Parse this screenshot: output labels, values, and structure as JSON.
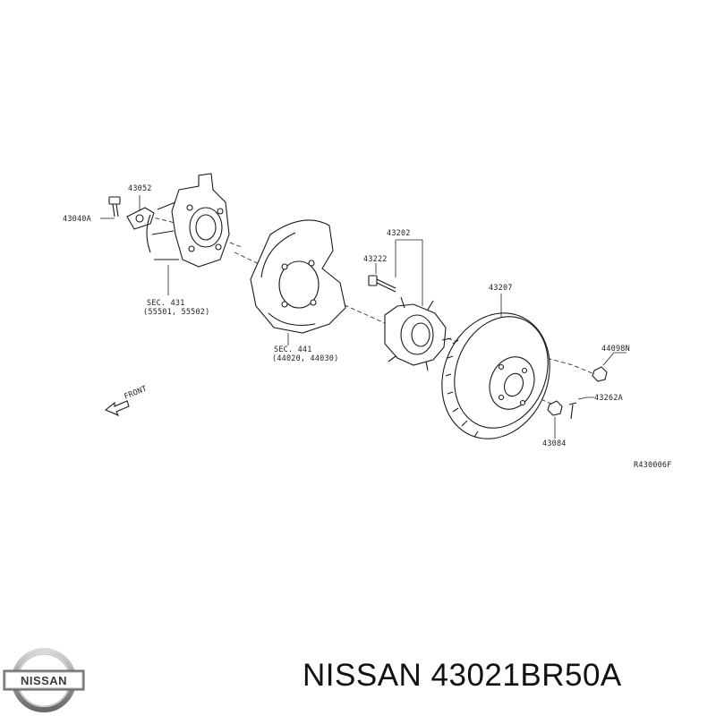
{
  "labels": {
    "p43052": "43052",
    "p43040a": "43040A",
    "sec431_line1": "SEC. 431",
    "sec431_line2": "(55501, 55502)",
    "p43202": "43202",
    "p43222": "43222",
    "p43207": "43207",
    "sec441_line1": "SEC. 441",
    "sec441_line2": "(44020, 44030)",
    "p44098n": "44098N",
    "p43262a": "43262A",
    "p43084": "43084",
    "front": "FRONT",
    "drawing_code": "R430006F"
  },
  "logo_text": "NISSAN",
  "caption": "NISSAN 43021BR50A"
}
